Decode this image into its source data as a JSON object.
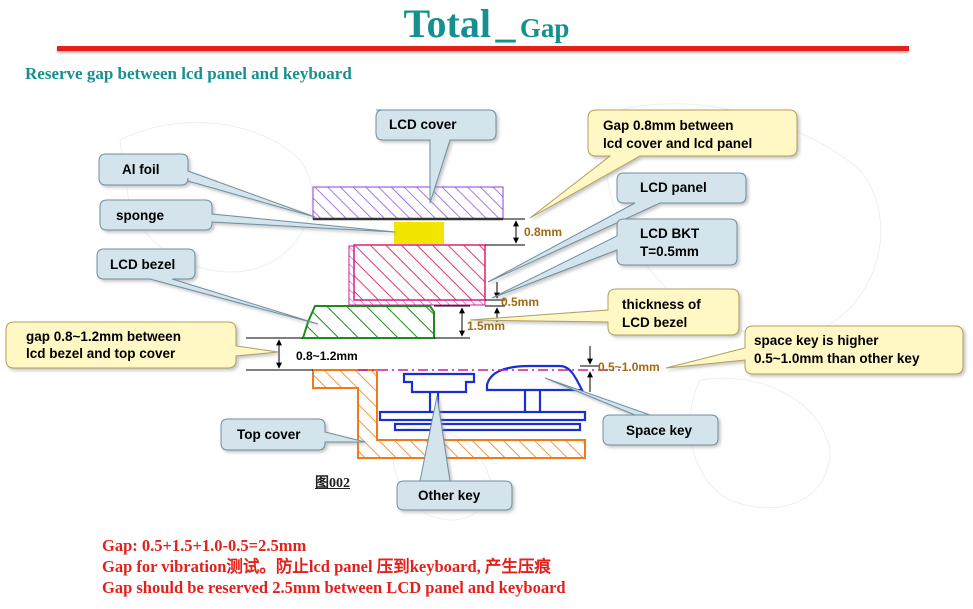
{
  "header": {
    "title_main": "Total",
    "title_sep": "_",
    "title_sub": "Gap",
    "subtitle": "Reserve gap between lcd panel and keyboard"
  },
  "callouts": {
    "lcd_cover": [
      "LCD cover"
    ],
    "al_foil": [
      "Al foil"
    ],
    "sponge": [
      "sponge"
    ],
    "lcd_bezel": [
      "LCD bezel"
    ],
    "gap_bezel_cover": [
      "gap 0.8~1.2mm between",
      "lcd bezel and top cover"
    ],
    "gap_cover_panel": [
      "Gap 0.8mm between",
      "lcd cover and lcd panel"
    ],
    "lcd_panel": [
      "LCD panel"
    ],
    "lcd_bkt": [
      "LCD BKT",
      "T=0.5mm"
    ],
    "thickness_bezel": [
      "thickness of",
      "LCD bezel"
    ],
    "space_key_higher": [
      "space key is higher",
      "0.5~1.0mm than other key"
    ],
    "top_cover": [
      "Top cover"
    ],
    "space_key": [
      "Space key"
    ],
    "other_key": [
      "Other key"
    ]
  },
  "dimensions": {
    "d_0_8": "0.8mm",
    "d_0_5": "0.5mm",
    "d_1_5": "1.5mm",
    "d_0_8_1_2": "0.8~1.2mm",
    "d_0_5_1_0": "0.5~1.0mm"
  },
  "figure_label": "图002",
  "footer": {
    "line1": "Gap: 0.5+1.5+1.0-0.5=2.5mm",
    "line2": "Gap for vibration测试。防止lcd panel 压到keyboard, 产生压痕",
    "line3": "Gap should be reserved 2.5mm between LCD panel and keyboard"
  },
  "colors": {
    "title": "#16908f",
    "rule": "#e3211c",
    "callout_fill": "#d4e4ec",
    "callout_fill_yellow": "#fff7c4",
    "lcd_cover": "#8a3fe0",
    "sponge": "#f2e600",
    "lcd_panel": "#e0206e",
    "lcd_bezel": "#1e8a1e",
    "top_cover": "#f07a1a",
    "keys": "#1a2fd0",
    "space_line": "#d01aa0"
  }
}
